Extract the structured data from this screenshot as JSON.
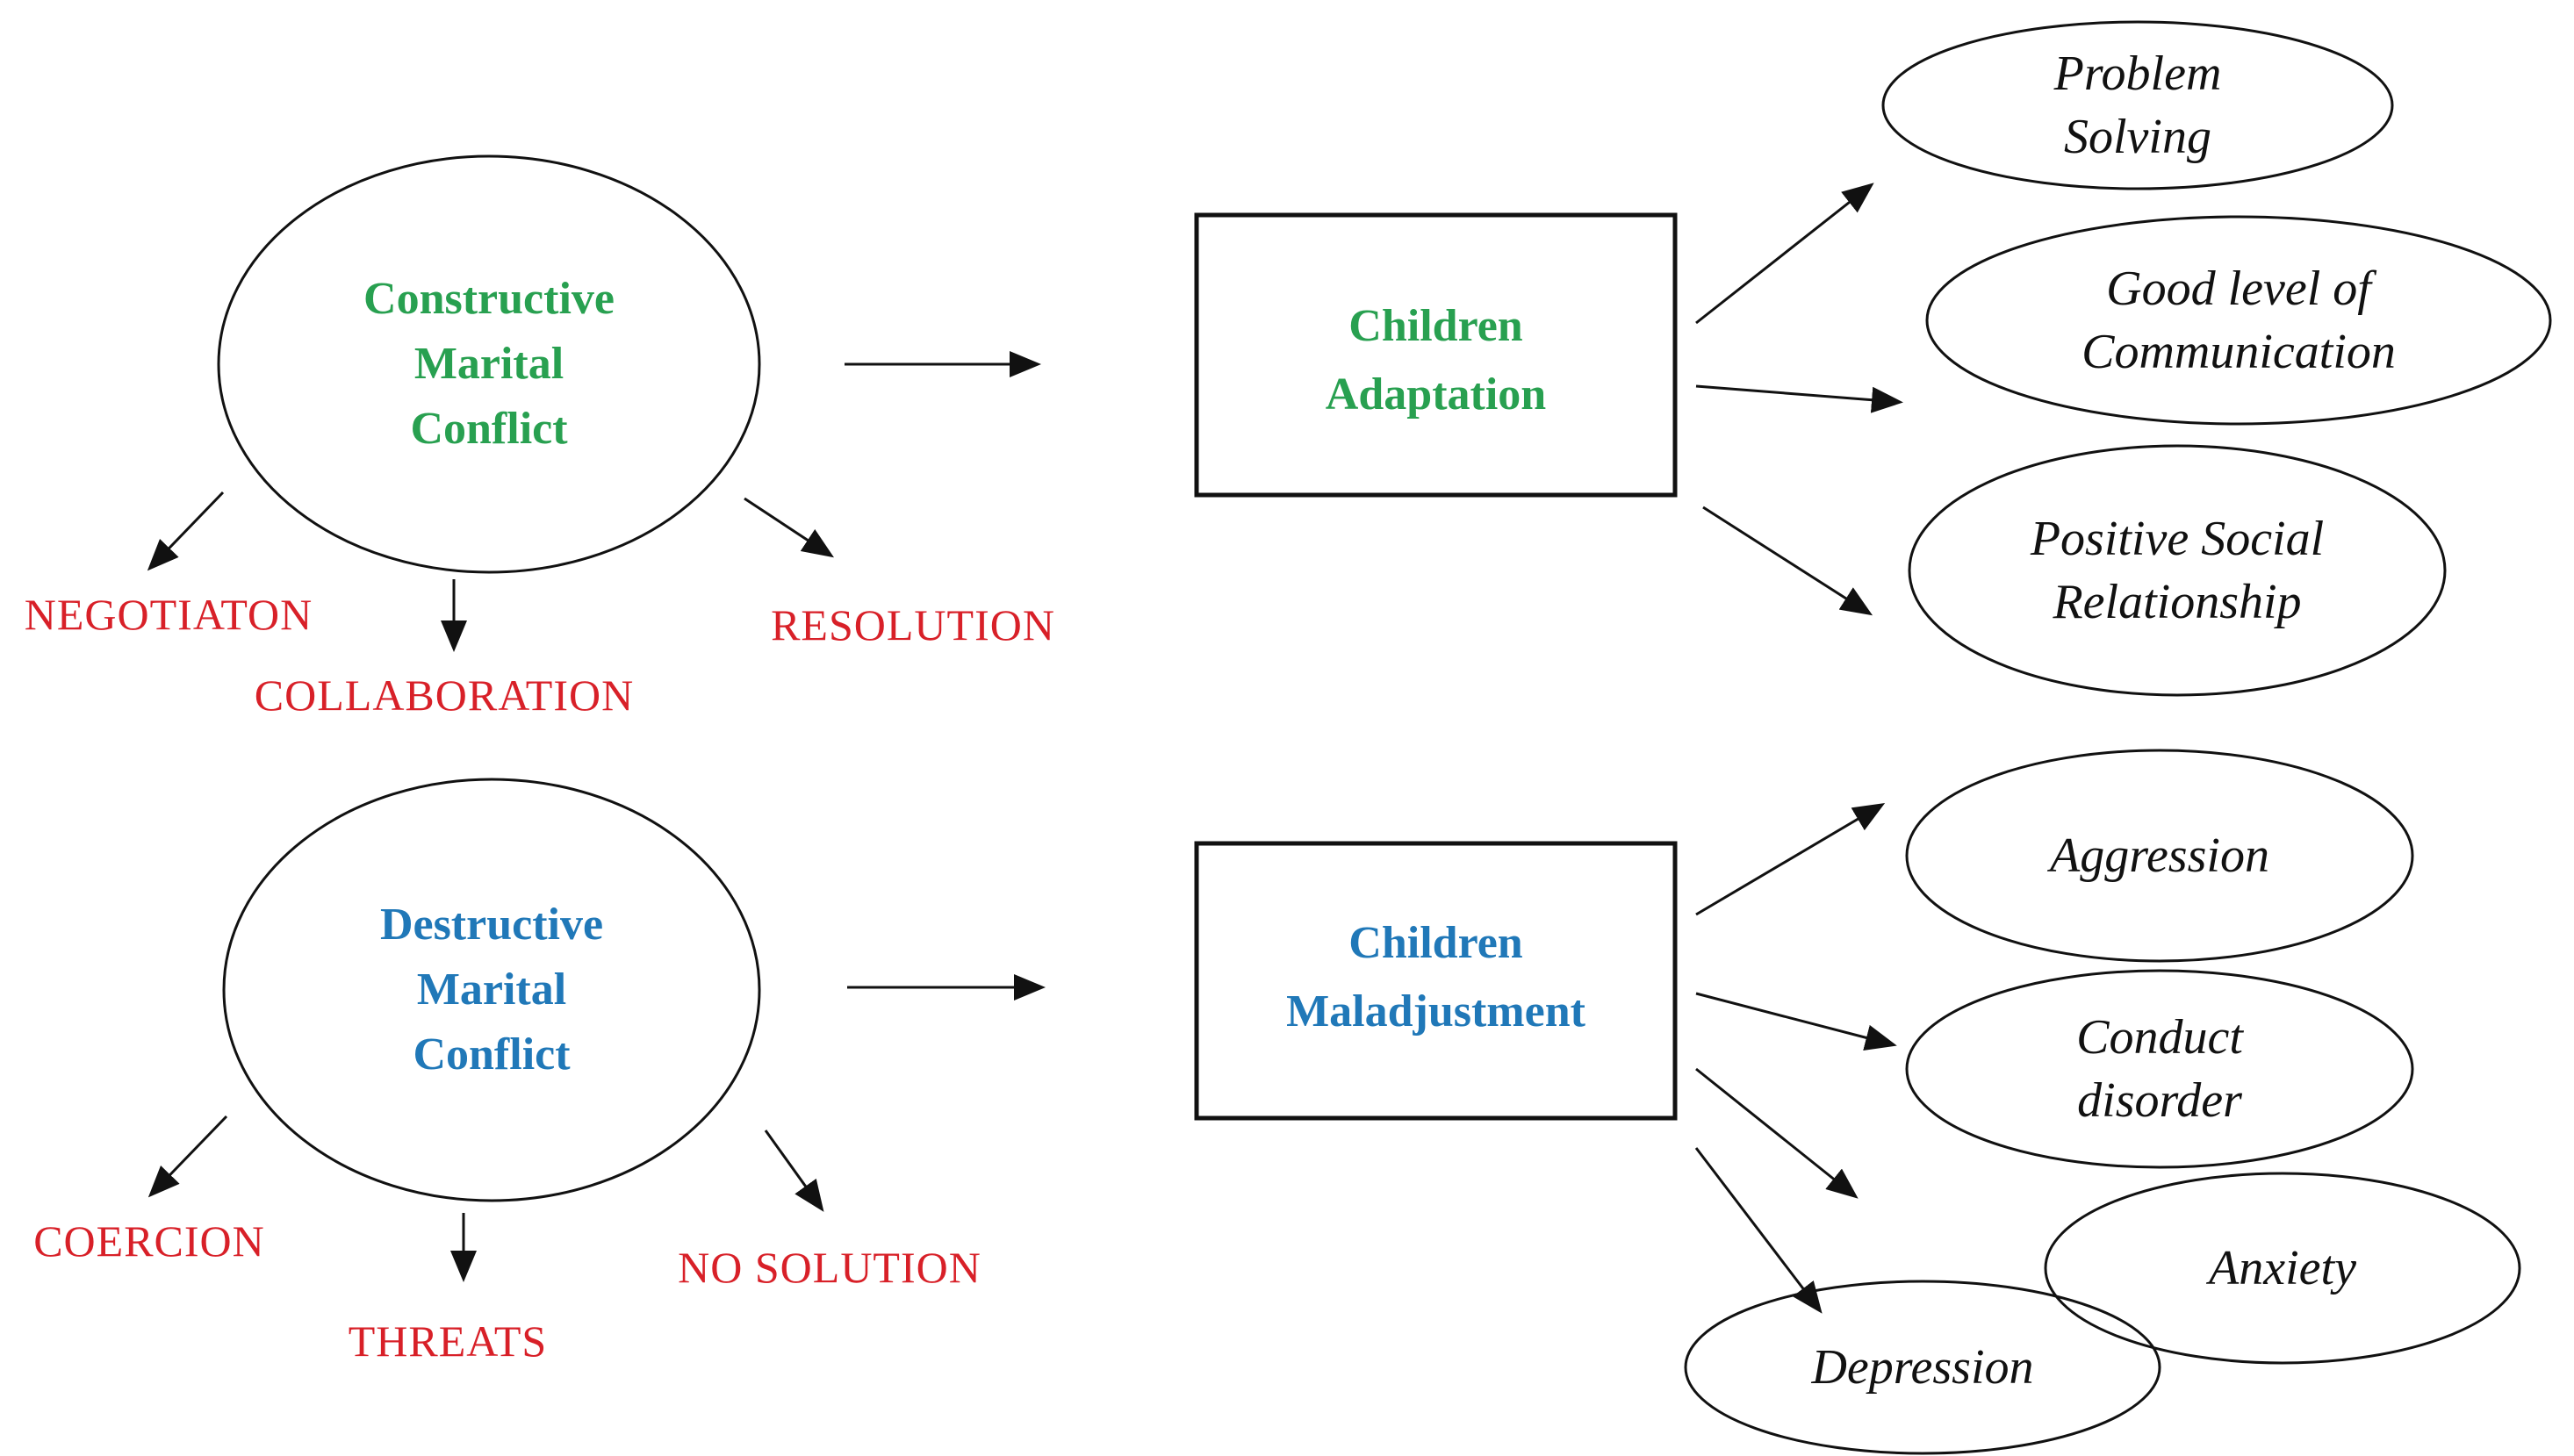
{
  "figure": {
    "background_color": "#ffffff",
    "outline_color": "#111111",
    "arrow_color": "#111111",
    "constructive_color": "#28A050",
    "destructive_color": "#2078B8",
    "tactic_color": "#D82028",
    "top_flow": {
      "source_ellipse": {
        "lines": [
          "Constructive",
          "Marital",
          "Conflict"
        ]
      },
      "tactics": [
        "NEGOTIATON",
        "COLLABORATION",
        "RESOLUTION"
      ],
      "outcome_box": {
        "lines": [
          "Children",
          "Adaptation"
        ]
      },
      "results": [
        {
          "lines": [
            "Problem",
            "Solving"
          ]
        },
        {
          "lines": [
            "Good level of",
            "Communication"
          ]
        },
        {
          "lines": [
            "Positive Social",
            "Relationship"
          ]
        }
      ]
    },
    "bottom_flow": {
      "source_ellipse": {
        "lines": [
          "Destructive",
          "Marital",
          "Conflict"
        ]
      },
      "tactics": [
        "COERCION",
        "THREATS",
        "NO SOLUTION"
      ],
      "outcome_box": {
        "lines": [
          "Children",
          "Maladjustment"
        ]
      },
      "results": [
        {
          "lines": [
            "Aggression"
          ]
        },
        {
          "lines": [
            "Conduct",
            "disorder"
          ]
        },
        {
          "lines": [
            "Anxiety"
          ]
        },
        {
          "lines": [
            "Depression"
          ]
        }
      ]
    }
  }
}
